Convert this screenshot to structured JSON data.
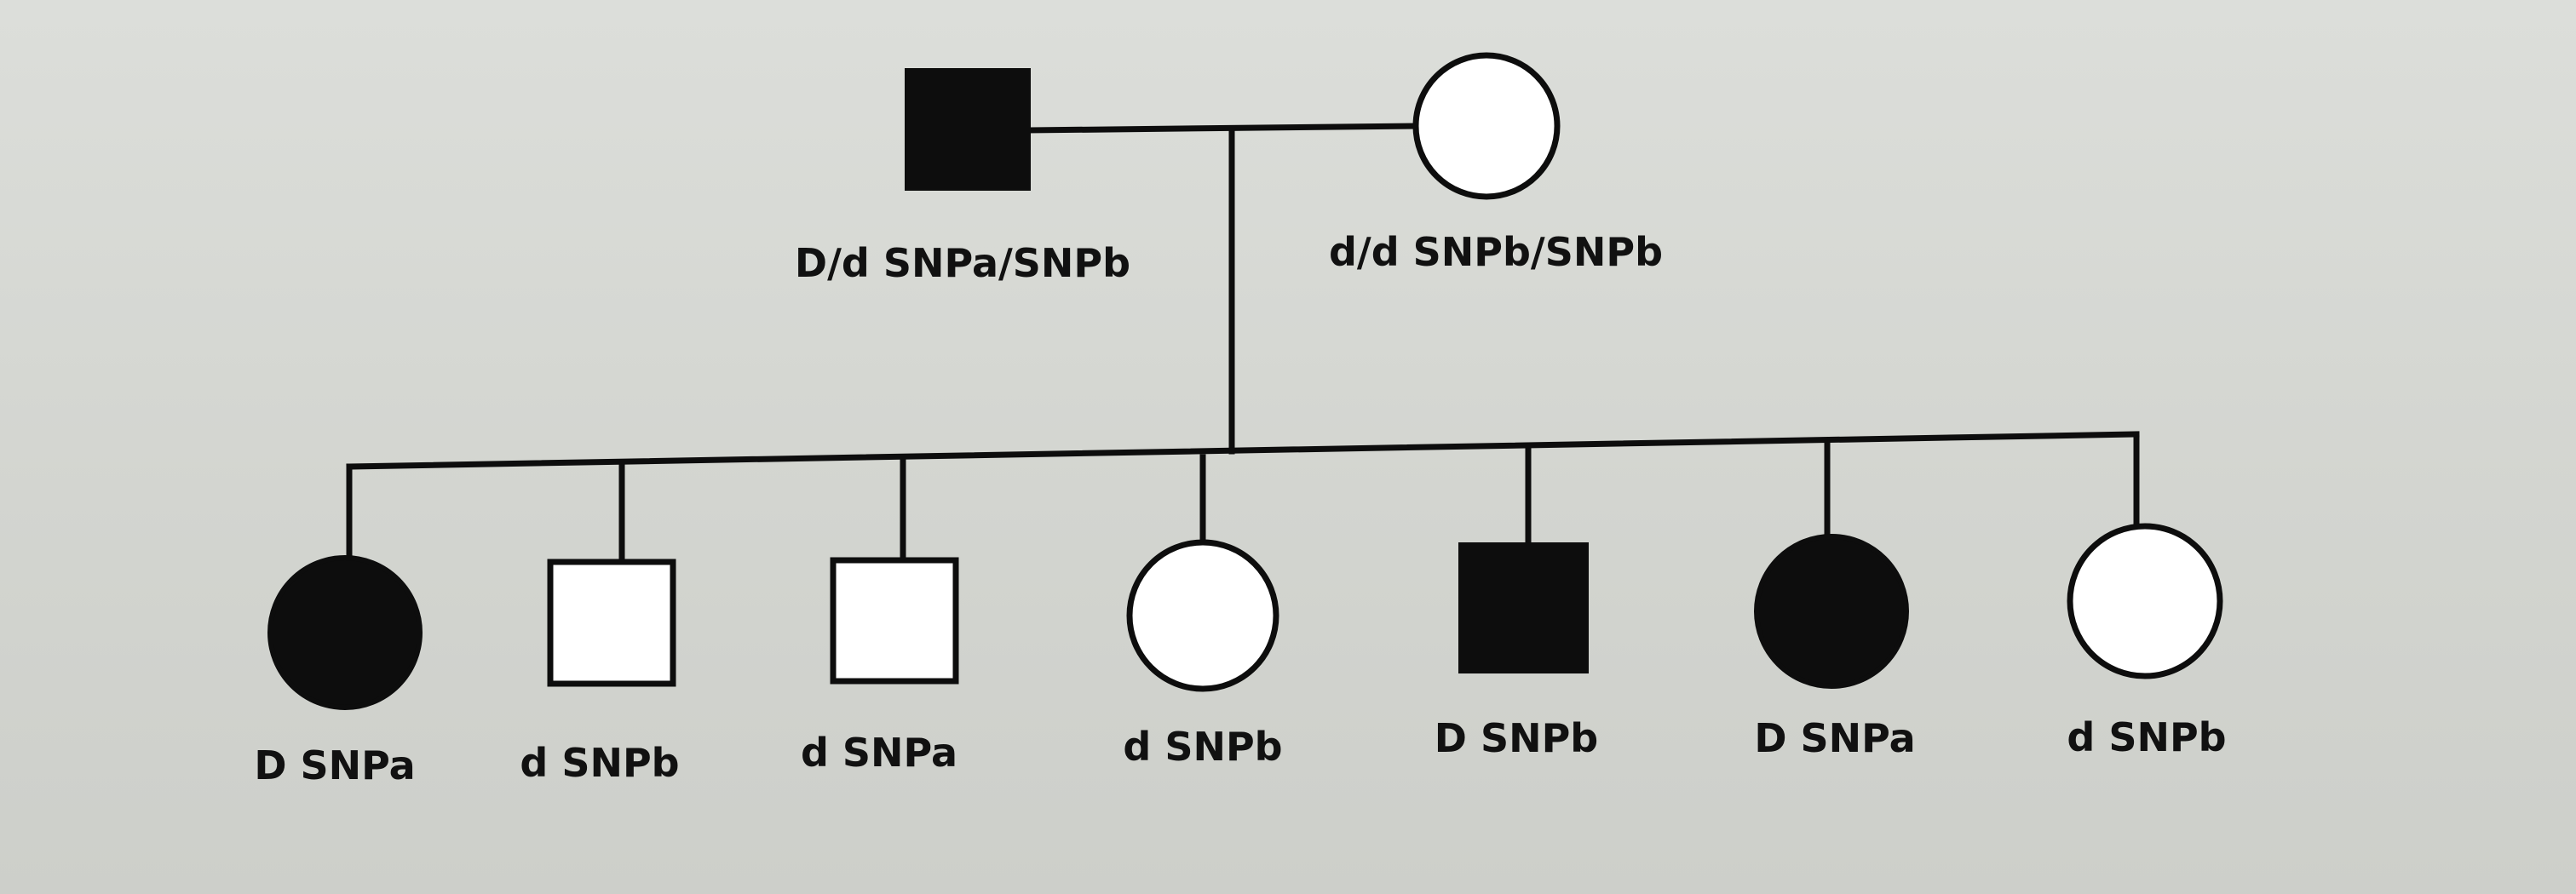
{
  "parents": [
    {
      "sex": "male",
      "affected": true,
      "label": "D/d SNPa/SNPb"
    },
    {
      "sex": "female",
      "affected": false,
      "label": "d/d SNPb/SNPb"
    }
  ],
  "children": [
    {
      "sex": "female",
      "affected": true,
      "label": "D SNPa"
    },
    {
      "sex": "male",
      "affected": false,
      "label": "d SNPb"
    },
    {
      "sex": "male",
      "affected": false,
      "label": "d SNPa"
    },
    {
      "sex": "female",
      "affected": false,
      "label": "d SNPb"
    },
    {
      "sex": "male",
      "affected": true,
      "label": "D SNPb"
    },
    {
      "sex": "female",
      "affected": true,
      "label": "D SNPa"
    },
    {
      "sex": "female",
      "affected": false,
      "label": "d SNPb"
    }
  ],
  "colors": {
    "line": "#0d0d0d",
    "affected_fill": "#0d0d0d",
    "unaffected_fill": "#ffffff"
  }
}
